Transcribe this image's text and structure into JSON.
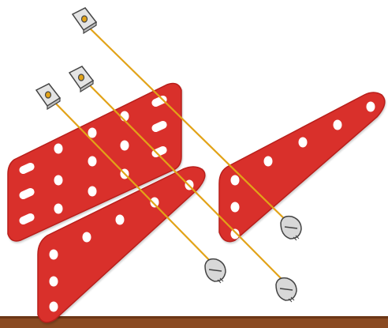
{
  "diagram": {
    "components": [
      {
        "id": "flat-plate",
        "kind": "plate",
        "shape": "parallelogram"
      },
      {
        "id": "triangle-plate-left",
        "kind": "plate",
        "shape": "triangle"
      },
      {
        "id": "triangle-plate-right",
        "kind": "plate",
        "shape": "triangle"
      },
      {
        "id": "square-nut-1",
        "kind": "nut",
        "count": 1
      },
      {
        "id": "square-nut-2",
        "kind": "nut",
        "count": 1
      },
      {
        "id": "square-nut-3",
        "kind": "nut",
        "count": 1
      },
      {
        "id": "bolt-1",
        "kind": "bolt",
        "count": 1
      },
      {
        "id": "bolt-2",
        "kind": "bolt",
        "count": 1
      },
      {
        "id": "bolt-3",
        "kind": "bolt",
        "count": 1
      }
    ],
    "assembly_lines": 3
  },
  "colors": {
    "plate": "#d9302b",
    "plate_edge": "#b81f1b",
    "plate_hole": "#ffffff",
    "guide_line": "#e2a318",
    "nut": "#e4e4e4",
    "bolt": "#d8d8d8",
    "metal_edge": "#444444",
    "floor": "#8a4a22",
    "floor_dark": "#6b3616"
  }
}
